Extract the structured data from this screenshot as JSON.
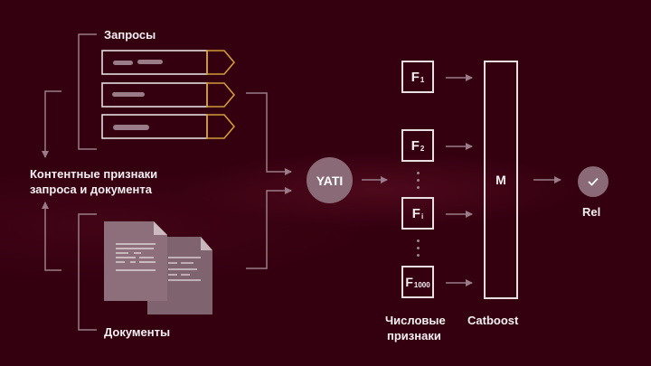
{
  "diagram": {
    "queries_label": "Запросы",
    "documents_label": "Документы",
    "content_features_label_line1": "Контентные признаки",
    "content_features_label_line2": "запроса и документа",
    "yati_label": "YATI",
    "features": [
      {
        "base": "F",
        "sub": "1"
      },
      {
        "base": "F",
        "sub": "2"
      },
      {
        "base": "F",
        "sub": "i"
      },
      {
        "base": "F",
        "sub": "1000"
      }
    ],
    "numeric_features_label_line1": "Числовые",
    "numeric_features_label_line2": "признаки",
    "model_label": "M",
    "catboost_label": "Catboost",
    "rel_label": "Rel",
    "rel_icon": "checkmark-icon",
    "colors": {
      "background": "#34000f",
      "query_arrow": "#d29a3a",
      "line": "#9a7c88",
      "node_fill": "#8a6a76",
      "doc_fill": "#8c6f7a"
    }
  }
}
